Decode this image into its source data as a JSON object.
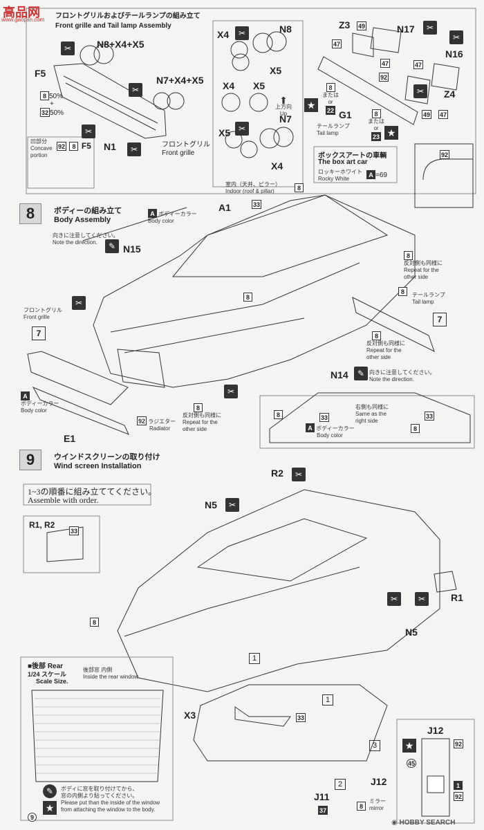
{
  "watermark": {
    "line1": "高品网",
    "line2": "www.gaopiin.com"
  },
  "footer": {
    "brand": "HOBBY SEARCH"
  },
  "section7": {
    "title_jp": "フロントグリルおよびテールランプの組み立て",
    "title_en": "Front grille and Tail lamp Assembly",
    "parts": {
      "n8x4x5": "N8+X4+X5",
      "f5": "F5",
      "n7x4x5": "N7+X4+X5",
      "n1": "N1",
      "x4": "X4",
      "n8": "N8",
      "x5": "X5",
      "n7": "N7",
      "x4b": "X4",
      "x5b": "X5",
      "x4c": "X4",
      "x5c": "X5",
      "z3": "Z3",
      "n17": "N17",
      "n16": "N16",
      "z4": "Z4",
      "g1": "G1"
    },
    "paint_note": {
      "c1": "8",
      "p1": "50%",
      "plus": "+",
      "c2": "32",
      "p2": "50%"
    },
    "concave": {
      "jp": "凹部分",
      "en1": "Concave",
      "en2": "portion",
      "c1": "92",
      "c2": "8",
      "part": "F5"
    },
    "front_grille": {
      "jp": "フロントグリル",
      "en": "Front grille"
    },
    "up": {
      "jp": "上方向",
      "en": "Up"
    },
    "tail_lamp": {
      "jp": "テールランプ",
      "en": "Tail lamp",
      "c1": "8",
      "or_jp": "または",
      "or_en": "or",
      "c2": "23"
    },
    "g1_or": {
      "c1": "8",
      "or_jp": "または",
      "or_en": "or",
      "c2": "22"
    },
    "codes": {
      "c49a": "49",
      "c47a": "47",
      "c47b": "47",
      "c92": "92",
      "c47c": "47",
      "c49b": "49",
      "c47d": "47"
    },
    "box_art": {
      "jp": "ボックスアートの車輌",
      "en": "The box art car",
      "color_jp": "ロッキーホワイト",
      "color_en": "Rocky White",
      "code": "A",
      "eq": "=69"
    },
    "detail_code": "92"
  },
  "section8": {
    "step": "8",
    "title_jp": "ボディーの組み立て",
    "title_en": "Body Assembly",
    "a1": "A1",
    "interior": {
      "jp": "室内（天井、ピラー）",
      "en": "Indoor (roof & pillar)",
      "code": "8",
      "c33": "33"
    },
    "body_color": {
      "code": "A",
      "jp": "ボディーカラー",
      "en": "Body color"
    },
    "note_dir": {
      "jp": "向きに注意してください。",
      "en": "Note the direction."
    },
    "n15": "N15",
    "front_grille": {
      "jp": "フロントグリル",
      "en": "Front grille",
      "step": "7"
    },
    "repeat1": {
      "code": "8",
      "jp": "反対側も同様に",
      "en1": "Repeat for the",
      "en2": "other side"
    },
    "c8b": "8",
    "tail_lamp": {
      "jp": "テールランプ",
      "en": "Tail lamp",
      "step": "7"
    },
    "repeat2": {
      "code": "8",
      "jp": "反対側も同様に",
      "en1": "Repeat for the",
      "en2": "other side"
    },
    "n14": "N14",
    "note_dir2": {
      "jp": "向きに注意してください。",
      "en": "Note the direction."
    },
    "body_color2": {
      "code": "A",
      "jp": "ボディーカラー",
      "en": "Body color"
    },
    "e1": "E1",
    "radiator": {
      "code": "92",
      "jp": "ラジエター",
      "en": "Radiator"
    },
    "repeat3": {
      "code": "8",
      "jp": "反対側も同様に",
      "en1": "Repeat for the",
      "en2": "other side"
    },
    "window_detail": {
      "c8": "8",
      "c33": "33",
      "same_jp": "右側も同様に",
      "same_en1": "Same as the",
      "same_en2": "right side",
      "c8b": "8",
      "c33b": "33",
      "code": "A",
      "jp": "ボディーカラー",
      "en": "Body color"
    },
    "c8c": "8"
  },
  "section9": {
    "step": "9",
    "title_jp": "ウインドスクリーンの取り付け",
    "title_en": "Wind screen Installation",
    "order_jp": "1~3の順番に組み立ててください。",
    "order_en": "Assemble with order.",
    "r1r2": {
      "label": "R1, R2",
      "code": "33"
    },
    "r2": "R2",
    "n5": "N5",
    "r1": "R1",
    "n5b": "N5",
    "c8": "8",
    "x3": "X3",
    "c33": "33",
    "seq": {
      "one": "1",
      "one_b": "1",
      "two": "2",
      "three": "3"
    },
    "rear": {
      "title_jp": "■後部",
      "title_en": "Rear",
      "scale_jp": "1/24 スケール",
      "scale_en": "Scale Size.",
      "inside_jp": "後部窓 内側",
      "inside_en": "Inside the rear window"
    },
    "attach_note": {
      "jp1": "ボディに窓を取り付けてから、",
      "jp2": "窓の内側より貼ってください。",
      "en1": "Please put than the inside of the window",
      "en2": "from attaching the window to the body.",
      "c9": "9"
    },
    "j12": "J12",
    "j12b": "J12",
    "j11": "J11",
    "c37": "37",
    "c8m": "8",
    "mirror": {
      "jp": "ミラー",
      "en": "mirror"
    },
    "j12panel": {
      "c92": "92",
      "c45": "45",
      "c1": "1",
      "c92b": "92"
    }
  }
}
